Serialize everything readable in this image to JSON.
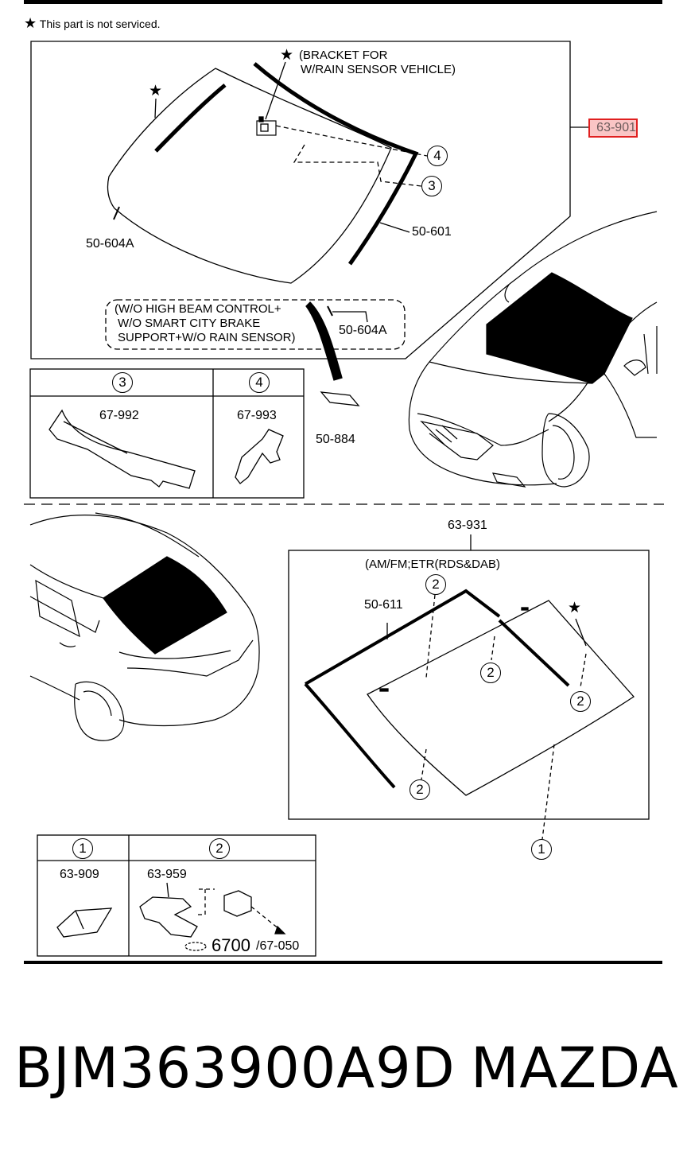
{
  "header_note": {
    "star": "★",
    "text": "This part is not serviced."
  },
  "upper": {
    "bracket_note": [
      "(BRACKET FOR",
      "W/RAIN SENSOR VEHICLE)"
    ],
    "conditions_note": [
      "(W/O HIGH BEAM CONTROL+",
      "W/O SMART CITY BRAKE",
      "SUPPORT+W/O RAIN SENSOR)"
    ],
    "labels": {
      "p_50_604A_left": "50-604A",
      "p_50_601": "50-601",
      "p_50_604A_right": "50-604A",
      "p_50_884": "50-884",
      "ref_63_901": "63-901"
    },
    "callouts": {
      "c4": "4",
      "c3": "3"
    },
    "parts_table": {
      "headers": [
        "3",
        "4"
      ],
      "parts": [
        "67-992",
        "67-993"
      ]
    }
  },
  "lower": {
    "labels": {
      "p_63_931": "63-931",
      "radio_note": "(AM/FM;ETR(RDS&DAB)",
      "p_50_611": "50-611"
    },
    "callouts": [
      "2",
      "2",
      "2",
      "2",
      "1"
    ],
    "parts_table": {
      "headers": [
        "1",
        "2"
      ],
      "parts": [
        "63-909",
        "63-959"
      ],
      "connector_code": "6700",
      "connector_sub": "/67-050"
    }
  },
  "footer": {
    "part_number": "BJM363900A9D",
    "brand": "MAZDA"
  }
}
